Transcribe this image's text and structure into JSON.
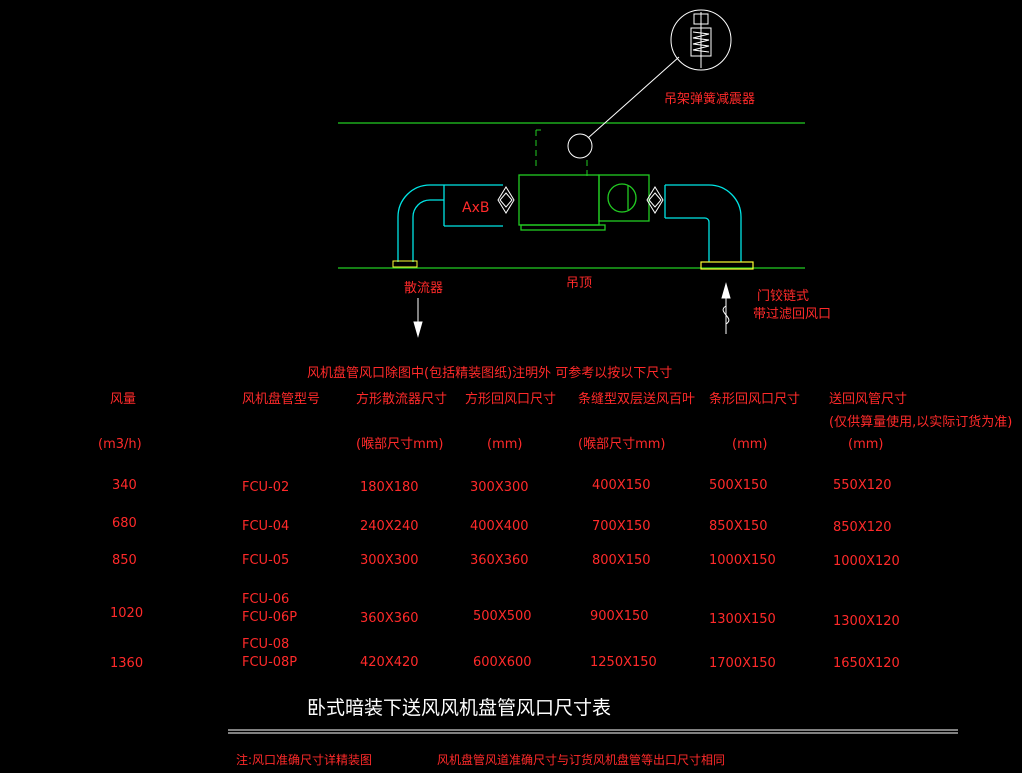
{
  "labels": {
    "hanger": "吊架弹簧减震器",
    "diffuser": "散流器",
    "ceiling": "吊顶",
    "grille_line1": "门铰链式",
    "grille_line2": "带过滤回风口",
    "duct_size": "AxB"
  },
  "table_note": "风机盘管风口除图中(包括精装图纸)注明外 可参考以按以下尺寸",
  "headers": [
    {
      "line1": "风量",
      "line2": "",
      "unit": "(m3/h)"
    },
    {
      "line1": "风机盘管型号",
      "line2": "",
      "unit": ""
    },
    {
      "line1": "方形散流器尺寸",
      "line2": "",
      "unit": "(喉部尺寸mm)"
    },
    {
      "line1": "方形回风口尺寸",
      "line2": "",
      "unit": "(mm)"
    },
    {
      "line1": "条缝型双层送风百叶",
      "line2": "",
      "unit": "(喉部尺寸mm)"
    },
    {
      "line1": "条形回风口尺寸",
      "line2": "",
      "unit": "(mm)"
    },
    {
      "line1": "送回风管尺寸",
      "line2": "(仅供算量使用,以实际订货为准)",
      "unit": "(mm)"
    }
  ],
  "rows": [
    {
      "flow": "340",
      "model": "FCU-02",
      "diffuser": "180X180",
      "return_sq": "300X300",
      "slot": "400X150",
      "return_strip": "500X150",
      "duct": "550X120"
    },
    {
      "flow": "680",
      "model": "FCU-04",
      "diffuser": "240X240",
      "return_sq": "400X400",
      "slot": "700X150",
      "return_strip": "850X150",
      "duct": "850X120"
    },
    {
      "flow": "850",
      "model": "FCU-05",
      "diffuser": "300X300",
      "return_sq": "360X360",
      "slot": "800X150",
      "return_strip": "1000X150",
      "duct": "1000X120"
    },
    {
      "flow": "1020",
      "model": "FCU-06\nFCU-06P",
      "diffuser": "360X360",
      "return_sq": "500X500",
      "slot": "900X150",
      "return_strip": "1300X150",
      "duct": "1300X120"
    },
    {
      "flow": "1360",
      "model": "FCU-08\nFCU-08P",
      "diffuser": "420X420",
      "return_sq": "600X600",
      "slot": "1250X150",
      "return_strip": "1700X150",
      "duct": "1650X120"
    }
  ],
  "title": "卧式暗装下送风风机盘管风口尺寸表",
  "footnotes": {
    "left": "注:风口准确尺寸详精装图",
    "right": "风机盘管风道准确尺寸与订货风机盘管等出口尺寸相同"
  },
  "colors": {
    "background": "#000000",
    "text": "#ff2a2a",
    "duct": "#00e5e5",
    "ceiling_line": "#22cc22",
    "unit": "#ffff33",
    "title": "#ffffff"
  }
}
